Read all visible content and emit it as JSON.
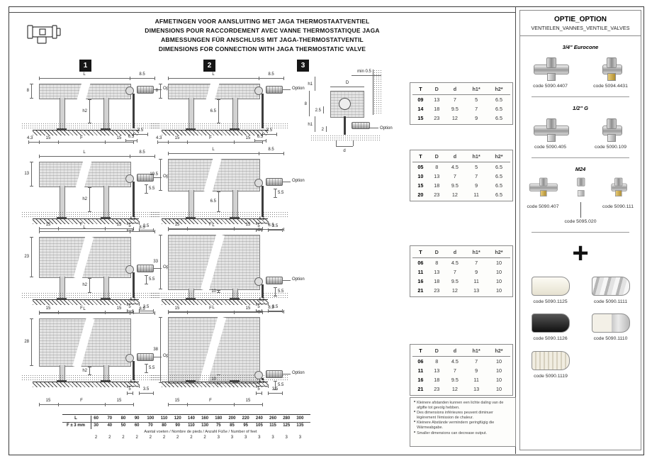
{
  "header": {
    "lines": [
      "AFMETINGEN VOOR AANSLUITING MET JAGA THERMOSTAATVENTIEL",
      "DIMENSIONS POUR RACCORDEMENT AVEC VANNE THERMOSTATIQUE JAGA",
      "ABMESSUNGEN FÜR ANSCHLUSS MIT JAGA-THERMOSTATVENTIL",
      "DIMENSIONS FOR CONNECTION WITH JAGA THERMOSTATIC VALVE"
    ]
  },
  "badges": [
    "1",
    "2",
    "3"
  ],
  "drawings": {
    "common": {
      "top": "L",
      "top_right": "8.5",
      "option": "Option",
      "bottom": [
        "15",
        "F",
        "15"
      ]
    },
    "rows": [
      {
        "left": {
          "height": "8",
          "mid": "h2",
          "b43": "4.3",
          "subs": [
            "3.5",
            "6.5"
          ],
          "side": null
        },
        "right": {
          "height": "8",
          "mid": "6.5",
          "b43": "4.3",
          "subs": [
            "3.5",
            "6.5"
          ],
          "side": null
        }
      },
      {
        "left": {
          "height": "13",
          "mid": "h2",
          "b43": null,
          "subs": [
            "6.5",
            "5",
            "3.5"
          ],
          "side": "5.5"
        },
        "right": {
          "height": "19.5",
          "mid": "6.5",
          "b43": null,
          "subs": [
            "6.5",
            "5",
            "3.5"
          ],
          "side": "5.5"
        }
      },
      {
        "left": {
          "height": "23",
          "mid": "h2",
          "b43": null,
          "subs": [
            "6.5",
            "5",
            "3.5"
          ],
          "side": "5.5"
        },
        "right": {
          "height": "33",
          "mid": "10",
          "b43": null,
          "subs": [
            "6.5",
            "5",
            "3.5"
          ],
          "side": "5.5"
        }
      },
      {
        "left": {
          "height": "28",
          "mid": "h2",
          "b43": null,
          "subs": [
            "6.5",
            "5",
            "3.5"
          ],
          "side": "5.5"
        },
        "right": {
          "height": "38",
          "mid": "10",
          "b43": null,
          "subs": [
            "6.5",
            "5",
            "3.5"
          ],
          "side": "5.5"
        }
      }
    ],
    "detail": {
      "min": "min 0.5",
      "h1_top": "h1",
      "h": "8",
      "v25": "2.5",
      "h1_bot": "h1",
      "v2": "2",
      "D": "D",
      "d": "d",
      "option": "Option"
    }
  },
  "dim_tables": [
    {
      "headers": [
        "T",
        "D",
        "d",
        "h1*",
        "h2*"
      ],
      "rows": [
        [
          "09",
          "13",
          "7",
          "5",
          "6.5"
        ],
        [
          "14",
          "18",
          "9.5",
          "7",
          "6.5"
        ],
        [
          "15",
          "23",
          "12",
          "9",
          "6.5"
        ]
      ]
    },
    {
      "headers": [
        "T",
        "D",
        "d",
        "h1*",
        "h2*"
      ],
      "rows": [
        [
          "05",
          "8",
          "4.5",
          "5",
          "6.5"
        ],
        [
          "10",
          "13",
          "7",
          "7",
          "6.5"
        ],
        [
          "15",
          "18",
          "9.5",
          "9",
          "6.5"
        ],
        [
          "20",
          "23",
          "12",
          "11",
          "6.5"
        ]
      ]
    },
    {
      "headers": [
        "T",
        "D",
        "d",
        "h1*",
        "h2*"
      ],
      "rows": [
        [
          "06",
          "8",
          "4.5",
          "7",
          "10"
        ],
        [
          "11",
          "13",
          "7",
          "9",
          "10"
        ],
        [
          "16",
          "18",
          "9.5",
          "11",
          "10"
        ],
        [
          "21",
          "23",
          "12",
          "13",
          "10"
        ]
      ]
    },
    {
      "headers": [
        "T",
        "D",
        "d",
        "h1*",
        "h2*"
      ],
      "rows": [
        [
          "06",
          "8",
          "4.5",
          "7",
          "10"
        ],
        [
          "11",
          "13",
          "7",
          "9",
          "10"
        ],
        [
          "16",
          "18",
          "9.5",
          "11",
          "10"
        ],
        [
          "21",
          "23",
          "12",
          "13",
          "10"
        ]
      ]
    }
  ],
  "footnotes": [
    "Kleinere afstanden kunnen een lichte daling van de afgifte tot gevolg hebben.",
    "Des dimensions inférieures peuvent diminuer légèrement l'émission de chaleur.",
    "Kleinere Abstände vermindern geringfügig die Wärmeabgabe.",
    "Smaller dimensions can decrease output."
  ],
  "size_table": {
    "row1_label": "L",
    "row2_label": "F ± 3 mm",
    "l_values": [
      "60",
      "70",
      "80",
      "90",
      "100",
      "110",
      "120",
      "140",
      "160",
      "180",
      "200",
      "220",
      "240",
      "260",
      "280",
      "300"
    ],
    "f_values": [
      "30",
      "40",
      "50",
      "60",
      "70",
      "80",
      "90",
      "110",
      "130",
      "75",
      "85",
      "95",
      "105",
      "115",
      "125",
      "135"
    ],
    "feet_label": "Aantal voeten / Nombre de pieds / Anzahl Füße / Number of feet",
    "feet_values": [
      "2",
      "2",
      "2",
      "2",
      "2",
      "2",
      "2",
      "2",
      "2",
      "3",
      "3",
      "3",
      "3",
      "3",
      "3",
      "3"
    ]
  },
  "option_panel": {
    "title": "OPTIE_OPTION",
    "subtitle": "VENTIELEN_VANNES_VENTILE_VALVES",
    "sections": [
      {
        "heading": "3/4\" Eurocone",
        "codes": [
          "code 5090.4407",
          "code 5094.4431"
        ]
      },
      {
        "heading": "1/2\" G",
        "codes": [
          "code 5090.405",
          "code 5090.109"
        ]
      },
      {
        "heading": "M24",
        "codes": [
          "code 5090.407",
          "code 5090.111"
        ],
        "center_code": "code 5095.020"
      }
    ],
    "plus": "+",
    "heads": [
      {
        "code": "code 5090.1125"
      },
      {
        "code": "code 5090.1111"
      },
      {
        "code": "code 5090.1126"
      },
      {
        "code": "code 5090.1110"
      },
      {
        "code": "code 5090.1119"
      }
    ]
  },
  "colors": {
    "badge_bg": "#161616",
    "line": "#666666",
    "table_border": "#8a8a8a"
  }
}
